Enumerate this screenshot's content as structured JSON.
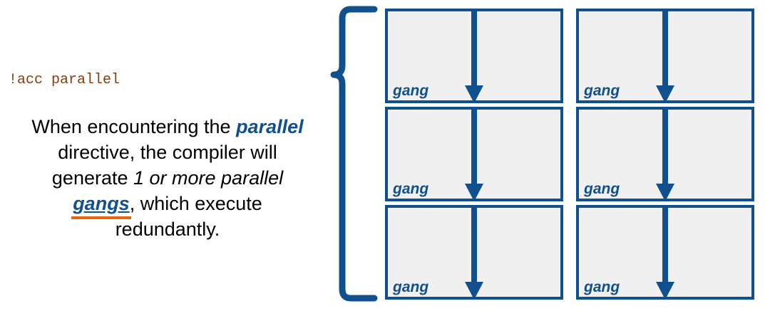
{
  "left_panel": {
    "directive_code": "!acc parallel",
    "description": {
      "segment_1": "When encountering the ",
      "keyword_parallel": "parallel",
      "segment_2": " directive, the compiler will generate ",
      "emphasis_count": "1 or more parallel",
      "space": " ",
      "keyword_gangs": "gangs",
      "segment_3": ", which execute redundantly."
    }
  },
  "brace": {
    "icon_name": "left-curly-brace",
    "color": "#11508F"
  },
  "grid": {
    "rows": 3,
    "columns": 2,
    "box_fill": "#F0F0F0",
    "box_border": "#11508F",
    "arrow_icon": "down-arrow-icon",
    "cells": [
      {
        "label": "gang"
      },
      {
        "label": "gang"
      },
      {
        "label": "gang"
      },
      {
        "label": "gang"
      },
      {
        "label": "gang"
      },
      {
        "label": "gang"
      }
    ]
  },
  "colors": {
    "blue": "#11508F",
    "orange": "#E8660C",
    "code_brown": "#8B3A0E",
    "box_gray": "#F0F0F0",
    "text_black": "#000000"
  }
}
